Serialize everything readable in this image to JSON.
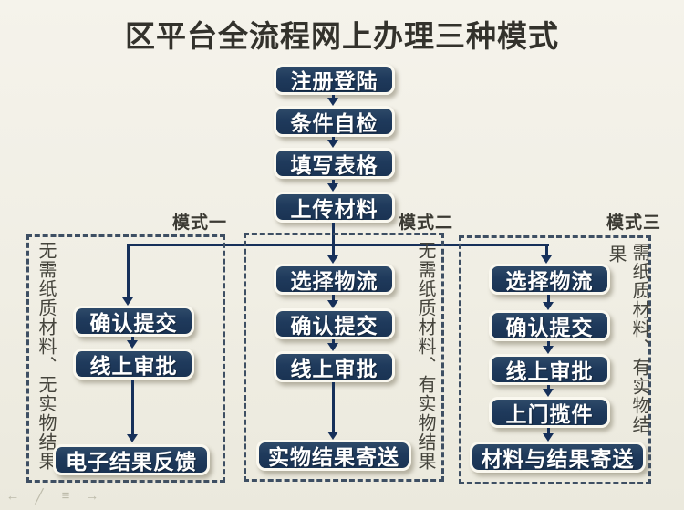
{
  "title": "区平台全流程网上办理三种模式",
  "common_steps": [
    "注册登陆",
    "条件自检",
    "填写表格",
    "上传材料"
  ],
  "modes": [
    {
      "label": "模式一",
      "side_text": "无需纸质材料、无实物结果",
      "steps": [
        "确认提交",
        "线上审批",
        "电子结果反馈"
      ]
    },
    {
      "label": "模式二",
      "side_text": "无需纸质材料、有实物结果",
      "steps": [
        "选择物流",
        "确认提交",
        "线上审批",
        "实物结果寄送"
      ]
    },
    {
      "label": "模式三",
      "side_text_col_right": "需纸质材料、有实物结",
      "side_text_col_left": "果",
      "steps": [
        "选择物流",
        "确认提交",
        "线上审批",
        "上门揽件",
        "材料与结果寄送"
      ]
    }
  ],
  "presenter_controls": {
    "back": "←",
    "pen": "╱",
    "slides": "≡",
    "forward": "→"
  },
  "colors": {
    "background": "#f0eee4",
    "box_fill": "#1f3a5c",
    "box_border": "#faf8ef",
    "box_text": "#ffffff",
    "flow_line": "#16305a",
    "dashed_border": "#3e4f63",
    "title_text": "#33322c",
    "side_text": "#45443c"
  }
}
